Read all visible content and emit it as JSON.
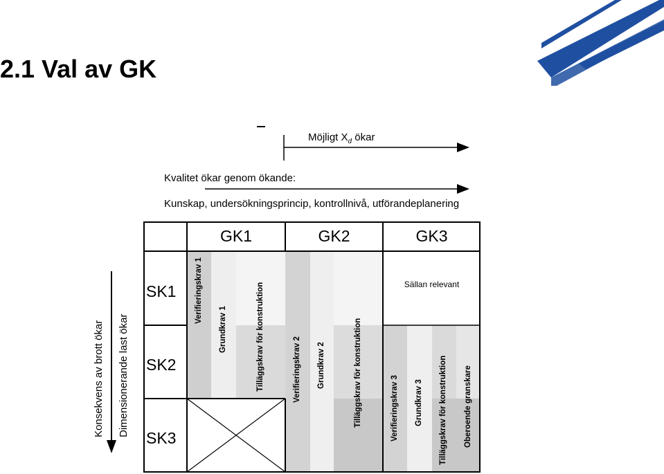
{
  "slide": {
    "title": "2.1 Val av GK"
  },
  "diagram": {
    "xd_label_prefix": "Möjligt X",
    "xd_label_sub": "d",
    "xd_label_suffix": " ökar",
    "quality_label": "Kvalitet ökar genom ökande:",
    "quality_items": "Kunskap, undersökningsprincip, kontrollnivå, utförandeplanering",
    "left_label_outer": "Konsekvens av brott ökar",
    "left_label_inner": "Dimensionerande last ökar",
    "columns": [
      "GK1",
      "GK2",
      "GK3"
    ],
    "rows": [
      "SK1",
      "SK2",
      "SK3"
    ],
    "gk1_bands": [
      "Verifieringskrav 1",
      "Grundkrav 1",
      "Tilläggskrav för konstruktion"
    ],
    "gk2_bands": [
      "Verifieringskrav 2",
      "Grundkrav 2",
      "Tilläggskrav för konstruktion"
    ],
    "gk3_bands": [
      "Verifieringskrav 3",
      "Grundkrav 3",
      "Tilläggskrav för konstruktion",
      "Oberoende granskare"
    ],
    "gk3_sk1_note": "Sällan relevant",
    "colors": {
      "logo_blue": "#1f4fa0",
      "band_dark": "#c8c8c8",
      "band_mid": "#d8d8d8",
      "band_light": "#eeeeee",
      "band_lightest": "#f4f4f4"
    }
  }
}
